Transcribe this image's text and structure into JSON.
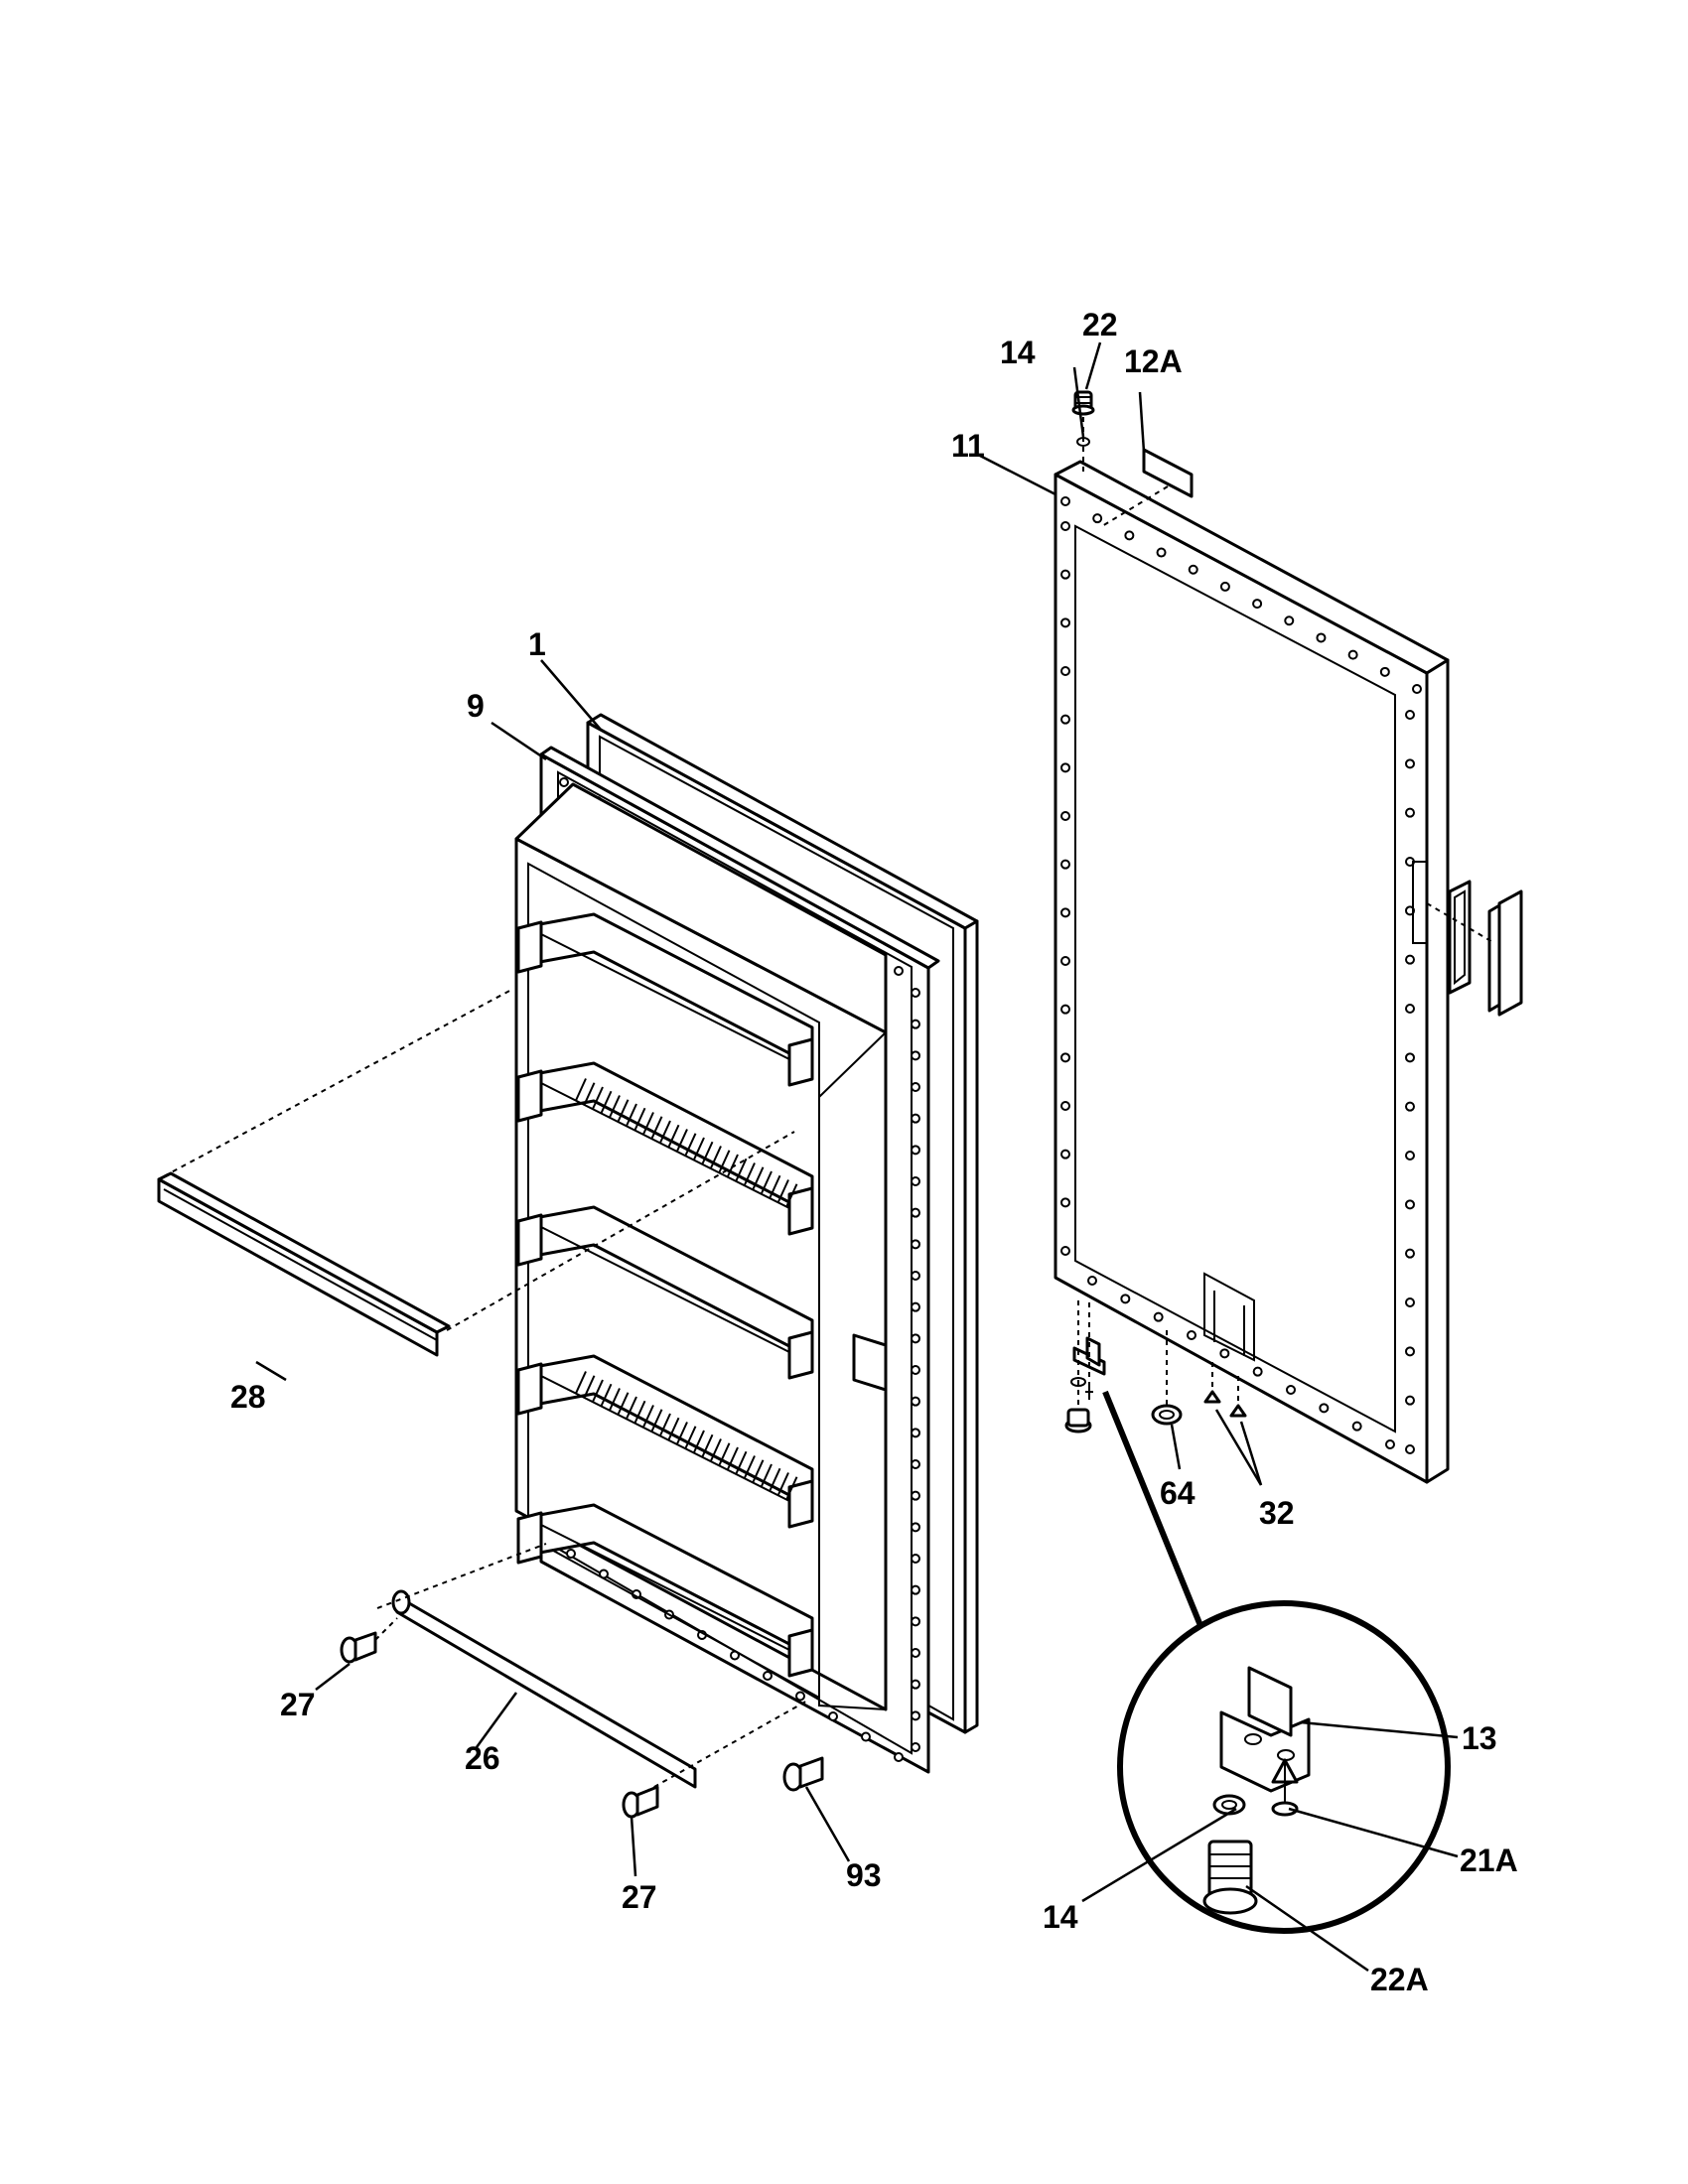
{
  "callouts": {
    "c1": "1",
    "c9": "9",
    "c11": "11",
    "c12a": "12A",
    "c13": "13",
    "c14_top": "14",
    "c14_detail": "14",
    "c21a": "21A",
    "c22_top": "22",
    "c22a": "22A",
    "c26": "26",
    "c27_left": "27",
    "c27_bottom": "27",
    "c28": "28",
    "c32": "32",
    "c64": "64",
    "c93": "93"
  }
}
